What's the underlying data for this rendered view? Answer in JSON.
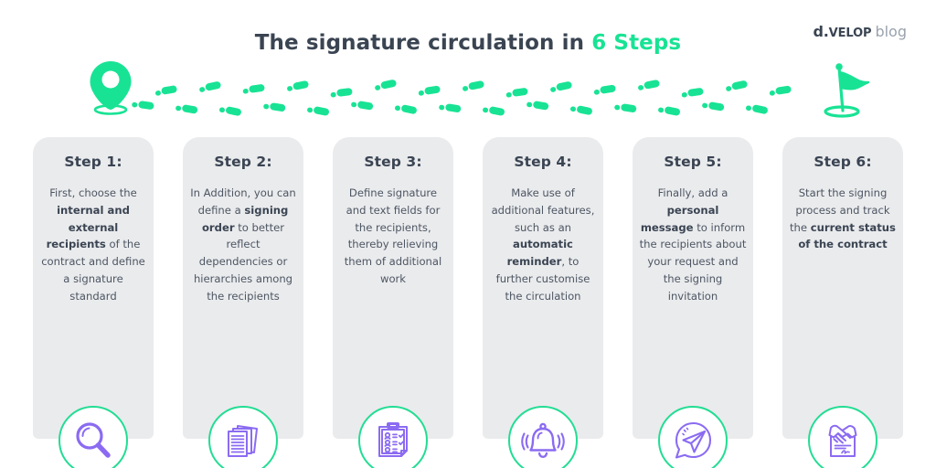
{
  "header": {
    "title_main": "The signature circulation in ",
    "title_accent": "6 Steps",
    "logo_d": "d.",
    "logo_velop": "VELOP",
    "logo_blog": "blog"
  },
  "colors": {
    "accent_green": "#18e394",
    "ring_green": "#22dd93",
    "icon_purple": "#8b6bf2",
    "text_dark": "#3a4452",
    "text_body": "#4d5663",
    "card_bg": "#eaebed",
    "page_bg": "#ffffff",
    "logo_gray": "#9aa3ad"
  },
  "journey": {
    "start_marker": "map-pin-marker",
    "end_marker": "goal-flag-marker",
    "trail": "footprints-trail"
  },
  "steps": [
    {
      "heading": "Step 1:",
      "body_parts": [
        {
          "text": "First, choose the ",
          "bold": false
        },
        {
          "text": "internal and external recipients",
          "bold": true
        },
        {
          "text": " of the contract and define a signature standard",
          "bold": false
        }
      ],
      "icon": "magnifier-icon"
    },
    {
      "heading": "Step 2:",
      "body_parts": [
        {
          "text": "In Addition, you can define a ",
          "bold": false
        },
        {
          "text": "signing order",
          "bold": true
        },
        {
          "text": " to better reflect dependencies or hierarchies among the recipients",
          "bold": false
        }
      ],
      "icon": "documents-stack-icon"
    },
    {
      "heading": "Step 3:",
      "body_parts": [
        {
          "text": "Define signature and text fields for the recipients, thereby relieving them of additional work",
          "bold": false
        }
      ],
      "icon": "clipboard-checklist-icon"
    },
    {
      "heading": "Step 4:",
      "body_parts": [
        {
          "text": "Make use of additional features, such as an ",
          "bold": false
        },
        {
          "text": "automatic reminder",
          "bold": true
        },
        {
          "text": ", to further customise the circulation",
          "bold": false
        }
      ],
      "icon": "bell-reminder-icon"
    },
    {
      "heading": "Step 5:",
      "body_parts": [
        {
          "text": "Finally, add a ",
          "bold": false
        },
        {
          "text": "personal message",
          "bold": true
        },
        {
          "text": " to inform the recipients about your request and the signing invitation",
          "bold": false
        }
      ],
      "icon": "paper-plane-message-icon"
    },
    {
      "heading": "Step 6:",
      "body_parts": [
        {
          "text": "Start the signing process and track the ",
          "bold": false
        },
        {
          "text": "current status of the contract",
          "bold": true
        }
      ],
      "icon": "handshake-contract-icon"
    }
  ]
}
